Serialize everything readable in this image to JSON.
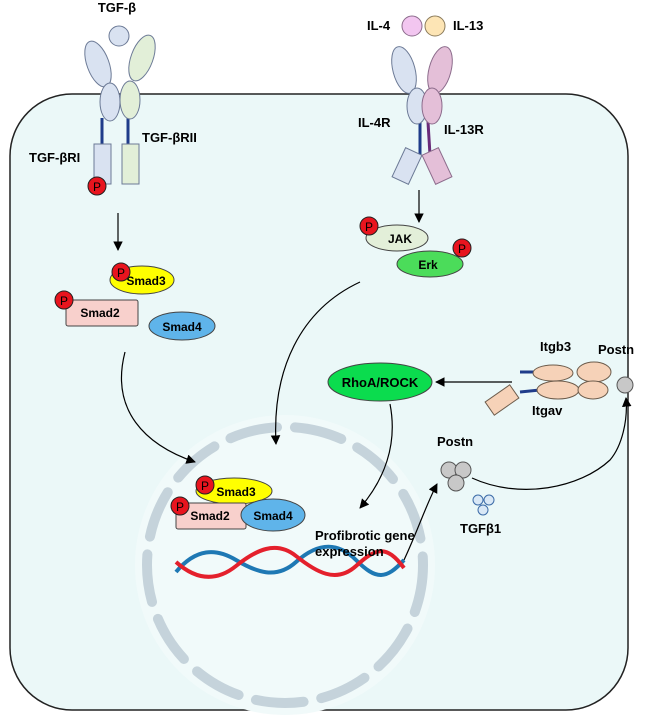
{
  "ligands": {
    "tgfb": "TGF-β",
    "il4": "IL-4",
    "il13": "IL-13"
  },
  "receptors": {
    "tgfbr1": "TGF-βRI",
    "tgfbr2": "TGF-βRII",
    "il4r": "IL-4R",
    "il13r": "IL-13R",
    "itgb3": "Itgb3",
    "itgav": "Itgav"
  },
  "phospho_label": "P",
  "proteins": {
    "smad3": "Smad3",
    "smad2": "Smad2",
    "smad4": "Smad4",
    "jak": "JAK",
    "erk": "Erk",
    "rhoa": "RhoA/ROCK"
  },
  "nucleus": {
    "smad3": "Smad3",
    "smad2": "Smad2",
    "smad4": "Smad4",
    "expression_line1": "Profibrotic gene",
    "expression_line2": "expression"
  },
  "secreted": {
    "postn": "Postn",
    "tgfb1": "TGFβ1",
    "postn_outside": "Postn"
  },
  "colors": {
    "cell_fill": "#ebf8f8",
    "nucleus_fill": "#f1fafa",
    "phospho": "#e8141e",
    "smad3": "#ffff00",
    "smad2": "#f8d0cc",
    "smad4": "#5fb4ea",
    "jak": "#e3efd9",
    "erk": "#4bdc5a",
    "rhoa": "#0bdc4e",
    "receptor_blue": "#d9e2f1",
    "receptor_green": "#e2efd8",
    "receptor_pink": "#e4bfd8",
    "integrin": "#f6d2b8",
    "dna_red": "#e4202c",
    "dna_blue": "#1e78b4"
  }
}
